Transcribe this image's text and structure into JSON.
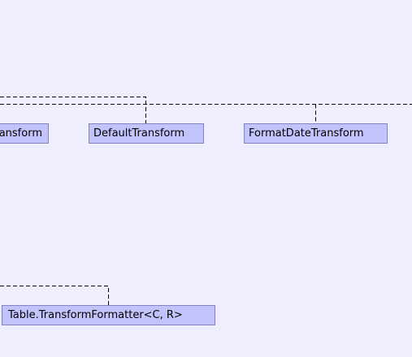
{
  "diagram": {
    "classes": {
      "clipped_transform": "Transform",
      "default_transform": "DefaultTransform",
      "format_date_transform": "FormatDateTransform",
      "transform_formatter": "Table.TransformFormatter<C, R>"
    },
    "edge_style": "dashed",
    "colors": {
      "background": "#eeeefe",
      "box_fill": "#c3c3fc",
      "box_border": "#8282c4",
      "edge": "#000000"
    }
  }
}
